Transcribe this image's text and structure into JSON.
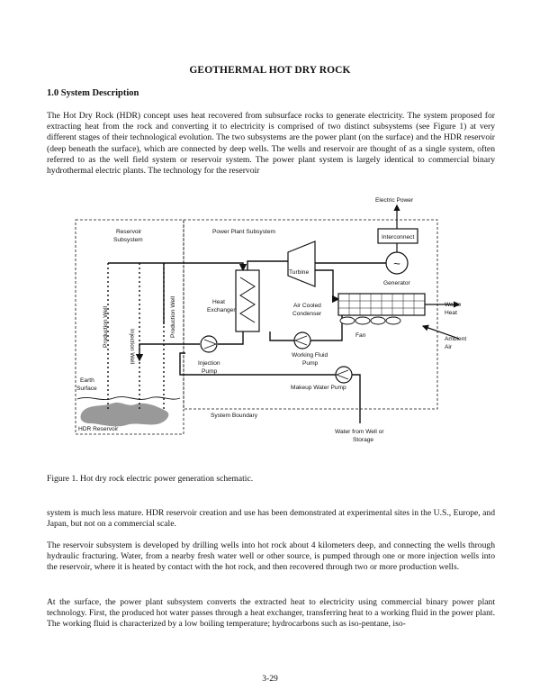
{
  "document": {
    "title": "GEOTHERMAL HOT DRY ROCK",
    "section_heading": "1.0  System Description",
    "paragraph_1": "The Hot Dry Rock (HDR) concept uses heat recovered from subsurface rocks to generate electricity.  The system proposed for extracting heat from the rock and converting it to electricity is comprised of two distinct subsystems (see Figure 1) at very different stages of their technological evolution.  The two subsystems are the power plant (on the surface) and the HDR reservoir (deep beneath the surface), which are connected by deep wells.  The wells and reservoir are thought of as a single system, often referred to as the well field system or reservoir system.  The power plant system is largely identical to commercial binary hydrothermal electric plants.  The technology for the reservoir",
    "figure_caption": "Figure 1. Hot dry rock electric power generation schematic.",
    "paragraph_2": "system is much less mature.  HDR reservoir creation and use has been demonstrated at experimental sites in the U.S., Europe, and Japan, but not on a commercial scale.",
    "paragraph_3": "The reservoir subsystem is developed by drilling wells into hot rock about 4 kilometers deep, and connecting the wells through hydraulic fracturing.  Water, from a nearby fresh water well or other source, is pumped through one or more injection wells into the reservoir, where it is heated by contact with the hot rock, and then recovered through two or more production wells.",
    "paragraph_4": "At the surface, the power plant subsystem converts the extracted heat to electricity using commercial binary power plant technology.  First, the produced hot water passes through a heat exchanger, transferring heat to a working fluid in the power plant.  The working fluid is characterized by a low boiling temperature;  hydrocarbons such as iso-pentane, iso-",
    "page_number": "3-29"
  },
  "diagram": {
    "electric_power": "Electric Power",
    "interconnect": "Interconnect",
    "reservoir_subsystem_1": "Reservoir",
    "reservoir_subsystem_2": "Subsystem",
    "power_plant_subsystem": "Power Plant Subsystem",
    "turbine": "Turbine",
    "generator": "Generator",
    "heat_exchanger_1": "Heat",
    "heat_exchanger_2": "Exchanger",
    "air_cooled_condenser_1": "Air Cooled",
    "air_cooled_condenser_2": "Condenser",
    "waste_heat_1": "Waste",
    "waste_heat_2": "Heat",
    "fan": "Fan",
    "ambient_air_1": "Ambient",
    "ambient_air_2": "Air",
    "production_well": "Production Well",
    "injection_well": "Injection Well",
    "injection_pump_1": "Injection",
    "injection_pump_2": "Pump",
    "working_fluid_pump_1": "Working Fluid",
    "working_fluid_pump_2": "Pump",
    "earth_surface_1": "Earth",
    "earth_surface_2": "Surface",
    "makeup_water_pump": "Makeup Water Pump",
    "system_boundary": "System Boundary",
    "hdr_reservoir": "HDR Reservoir",
    "water_source_1": "Water from Well or",
    "water_source_2": "Storage",
    "generator_symbol": "~"
  }
}
